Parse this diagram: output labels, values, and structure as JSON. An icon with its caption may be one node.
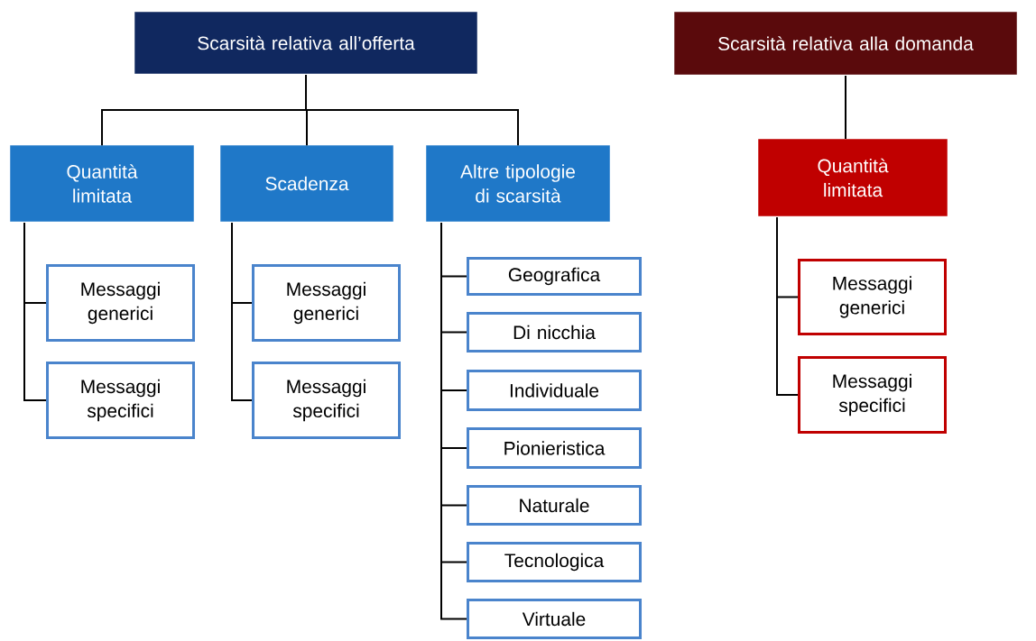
{
  "diagram": {
    "nodes": [
      {
        "text": [
          "Scarsità relativa all’offerta"
        ]
      },
      {
        "text": [
          "Scarsità relativa alla domanda"
        ]
      },
      {
        "text": [
          "Quantità limitata"
        ]
      },
      {
        "text": [
          "Scadenza"
        ]
      },
      {
        "text": [
          "Altre tipologie di scarsità"
        ]
      },
      {
        "text": [
          "Messaggi generici"
        ]
      },
      {
        "text": [
          "Messaggi specifici"
        ]
      },
      {
        "text": [
          "Messaggi generici"
        ]
      },
      {
        "text": [
          "Messaggi specifici"
        ]
      },
      {
        "text": [
          "Geografica"
        ]
      },
      {
        "text": [
          "Di nicchia"
        ]
      },
      {
        "text": [
          "Individuale"
        ]
      },
      {
        "text": [
          "Pionieristica"
        ]
      },
      {
        "text": [
          "Naturale"
        ]
      },
      {
        "text": [
          "Tecnologica"
        ]
      },
      {
        "text": [
          "Virtuale"
        ]
      },
      {
        "text": [
          "Quantità limitata"
        ]
      },
      {
        "text": [
          "Messaggi generici"
        ]
      },
      {
        "text": [
          "Messaggi specifici"
        ]
      }
    ],
    "edges": [
      {
        "from": 0,
        "to": 2,
        "arrow": "none"
      },
      {
        "from": 0,
        "to": 3,
        "arrow": "none"
      },
      {
        "from": 0,
        "to": 4,
        "arrow": "none"
      },
      {
        "from": 2,
        "to": 5,
        "arrow": "none"
      },
      {
        "from": 2,
        "to": 6,
        "arrow": "none"
      },
      {
        "from": 3,
        "to": 7,
        "arrow": "none"
      },
      {
        "from": 3,
        "to": 8,
        "arrow": "none"
      },
      {
        "from": 4,
        "to": 9,
        "arrow": "none"
      },
      {
        "from": 4,
        "to": 10,
        "arrow": "none"
      },
      {
        "from": 4,
        "to": 11,
        "arrow": "none"
      },
      {
        "from": 4,
        "to": 12,
        "arrow": "none"
      },
      {
        "from": 4,
        "to": 13,
        "arrow": "none"
      },
      {
        "from": 4,
        "to": 14,
        "arrow": "none"
      },
      {
        "from": 4,
        "to": 15,
        "arrow": "none"
      },
      {
        "from": 1,
        "to": 16,
        "arrow": "none"
      },
      {
        "from": 16,
        "to": 17,
        "arrow": "none"
      },
      {
        "from": 16,
        "to": 18,
        "arrow": "none"
      }
    ]
  }
}
